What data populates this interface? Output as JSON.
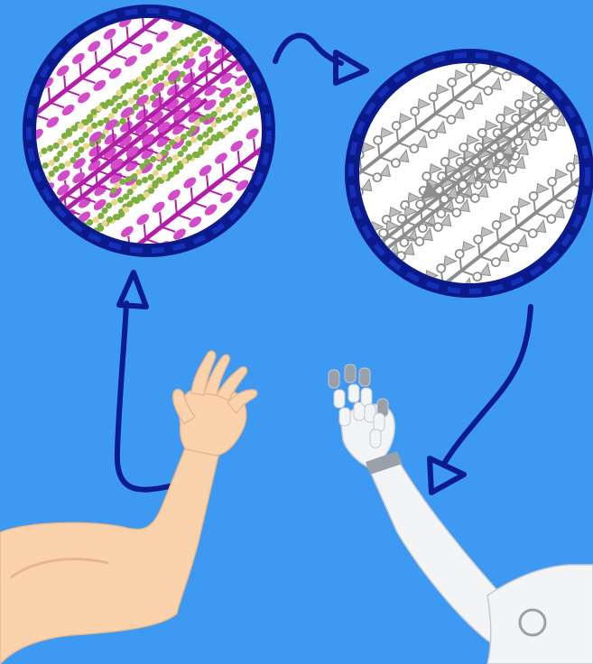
{
  "colors": {
    "background": "#3d99f2",
    "ring_dark": "#0a1a8a",
    "ring_mid": "#1530b8",
    "arrow": "#0c1c90",
    "muscle_fiber": "#b21ea8",
    "myosin_head": "#d24bc8",
    "actin_green": "#7caf3c",
    "actin_bead": "#ead58f",
    "robot_actuator": "#8d8d8d",
    "skin": "#fad3ad",
    "skin_shadow": "#e8b68d",
    "robot_shell": "#f3f4f6",
    "robot_shadow": "#c4c8cf",
    "robot_joint": "#9aa0a8"
  },
  "diagram": {
    "nodes": [
      "human-arm",
      "muscle-fiber-zoom",
      "artificial-actuator-zoom",
      "robotic-arm"
    ],
    "flow": [
      {
        "from": "human-arm",
        "to": "muscle-fiber-zoom"
      },
      {
        "from": "muscle-fiber-zoom",
        "to": "artificial-actuator-zoom"
      },
      {
        "from": "artificial-actuator-zoom",
        "to": "robotic-arm"
      }
    ]
  }
}
